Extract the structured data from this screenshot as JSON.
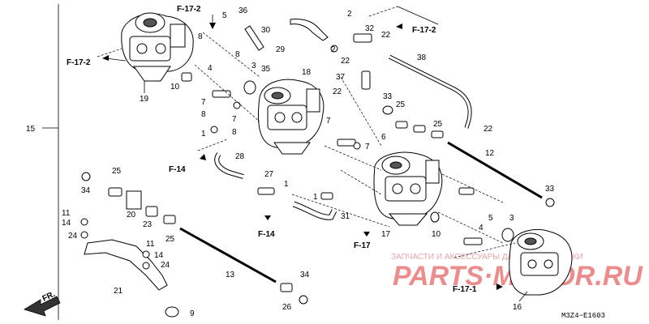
{
  "labels": {
    "n1a": "1",
    "n1b": "1",
    "n1c": "1",
    "n2a": "2",
    "n2b": "2",
    "n3a": "3",
    "n3b": "3",
    "n4a": "4",
    "n4b": "4",
    "n5a": "5",
    "n5b": "5",
    "n6": "6",
    "n7a": "7",
    "n7b": "7",
    "n7c": "7",
    "n7d": "7",
    "n8a": "8",
    "n8b": "8",
    "n8c": "8",
    "n8d": "8",
    "n9": "9",
    "n10a": "10",
    "n10b": "10",
    "n11a": "11",
    "n11b": "11",
    "n12": "12",
    "n13": "13",
    "n14a": "14",
    "n14b": "14",
    "n15": "15",
    "n16": "16",
    "n17": "17",
    "n18": "18",
    "n19": "19",
    "n20": "20",
    "n21": "21",
    "n22a": "22",
    "n22b": "22",
    "n22c": "22",
    "n22d": "22",
    "n23": "23",
    "n24a": "24",
    "n24b": "24",
    "n25a": "25",
    "n25b": "25",
    "n25c": "25",
    "n25d": "25",
    "n26": "26",
    "n27": "27",
    "n28": "28",
    "n29": "29",
    "n30": "30",
    "n31": "31",
    "n32": "32",
    "n33a": "33",
    "n33b": "33",
    "n34a": "34",
    "n34b": "34",
    "n35": "35",
    "n36": "36",
    "n37": "37",
    "n38": "38"
  },
  "refs": {
    "f172_top": "F-17-2",
    "f172_left": "F-17-2",
    "f172_right": "F-17-2",
    "f14_left": "F-14",
    "f14_mid": "F-14",
    "f17": "F-17",
    "f171": "F-17-1",
    "fr": "FR."
  },
  "diagram_code": "M3Z4−E1603",
  "watermark": {
    "line1": "ЗАПЧАСТИ И АКСЕССУАРЫ ДЛЯ МОТОТЕХНИКИ",
    "line2": "PARTS·MOTOR.RU"
  }
}
